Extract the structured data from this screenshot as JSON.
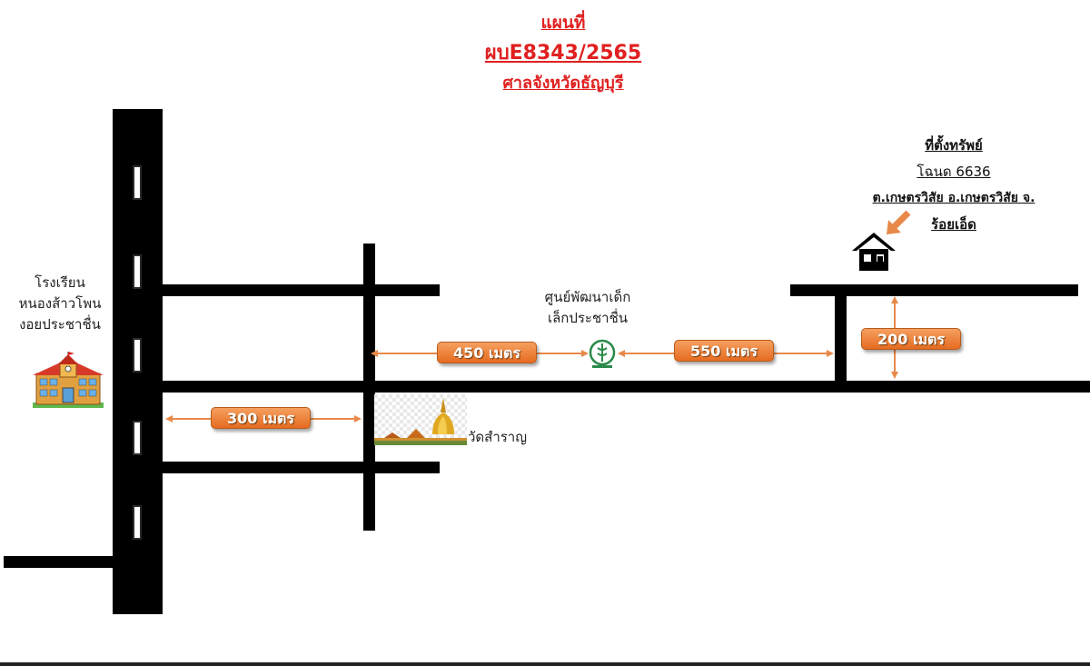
{
  "header": {
    "line1": "แผนที่",
    "line2": "ผบE8343/2565",
    "line3": "ศาลจังหวัดธัญบุรี"
  },
  "property": {
    "title": "ที่ตั้งทรัพย์",
    "deed": "โฉนด 6636",
    "address_1": "ต.เกษตรวิสัย อ.เกษตรวิสัย จ.",
    "address_2": "ร้อยเอ็ด",
    "icon": "house-icon"
  },
  "landmarks": {
    "school": {
      "lines": [
        "โรงเรียน",
        "หนองส้าวโพน",
        "งอยประชาชื่น"
      ],
      "icon": "school-icon"
    },
    "child_center": {
      "lines": [
        "ศูนย์พัฒนาเด็ก",
        "เล็กประชาชื่น"
      ],
      "icon": "health-ministry-logo"
    },
    "temple": {
      "label": "วัดสำราญ",
      "icon": "temple-icon"
    }
  },
  "distances": {
    "d300": "300 เมตร",
    "d450": "450 เมตร",
    "d550": "550 เมตร",
    "d200": "200 เมตร"
  },
  "colors": {
    "title": "#e02020",
    "road": "#000000",
    "arrow": "#e8894a",
    "pill": "#e56b20"
  }
}
